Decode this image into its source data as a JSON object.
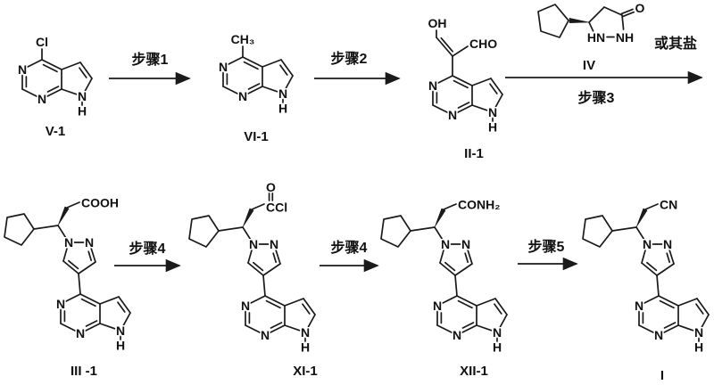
{
  "scheme": {
    "colors": {
      "ink": "#1a1a1a",
      "background": "#ffffff"
    }
  },
  "labels": {
    "atom_n": "N",
    "atom_h": "H",
    "atom_o": "O",
    "atom_cl": "Cl",
    "atom_hn": "HN",
    "atom_nh": "NH",
    "methyl": "CH₃",
    "hydroxyl": "OH",
    "aldehyde": "CHO",
    "carboxylic_acid": "COOH",
    "acid_chloride": "CCl",
    "amide": "CONH₂",
    "nitrile": "CN"
  },
  "compounds": {
    "v1": "V-1",
    "vi1": "VI-1",
    "ii1": "II-1",
    "iv": "IV",
    "iii1": "III -1",
    "xi1": "XI-1",
    "xii1": "XII-1",
    "i": "I"
  },
  "steps": {
    "step1": "步骤1",
    "step2": "步骤2",
    "step3": "步骤3",
    "step4a": "步骤4",
    "step4b": "步骤4",
    "step5": "步骤5"
  },
  "annotations": {
    "or_its_salt": "或其盐"
  }
}
